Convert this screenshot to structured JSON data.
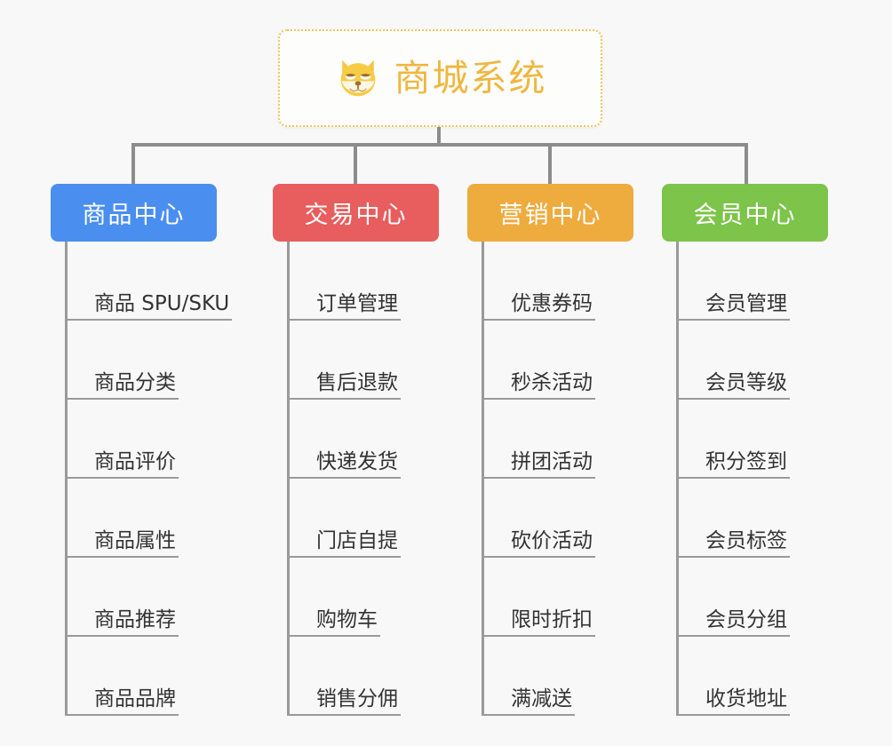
{
  "background_color": "#f8f8f8",
  "root": {
    "icon": "dog-face-emoji",
    "title": "商城系统",
    "title_color": "#efb73f",
    "border_color": "#f1c65c",
    "border_style": "dotted"
  },
  "connector_color": "#8c8c8c",
  "columns": [
    {
      "id": "product-center",
      "title": "商品中心",
      "color": "#4a8ef0",
      "items": [
        "商品 SPU/SKU",
        "商品分类",
        "商品评价",
        "商品属性",
        "商品推荐",
        "商品品牌"
      ]
    },
    {
      "id": "trade-center",
      "title": "交易中心",
      "color": "#e85d5d",
      "items": [
        "订单管理",
        "售后退款",
        "快递发货",
        "门店自提",
        "购物车",
        "销售分佣"
      ]
    },
    {
      "id": "marketing-center",
      "title": "营销中心",
      "color": "#eeab3e",
      "items": [
        "优惠券码",
        "秒杀活动",
        "拼团活动",
        "砍价活动",
        "限时折扣",
        "满减送"
      ]
    },
    {
      "id": "member-center",
      "title": "会员中心",
      "color": "#7dc44a",
      "items": [
        "会员管理",
        "会员等级",
        "积分签到",
        "会员标签",
        "会员分组",
        "收货地址"
      ]
    }
  ]
}
